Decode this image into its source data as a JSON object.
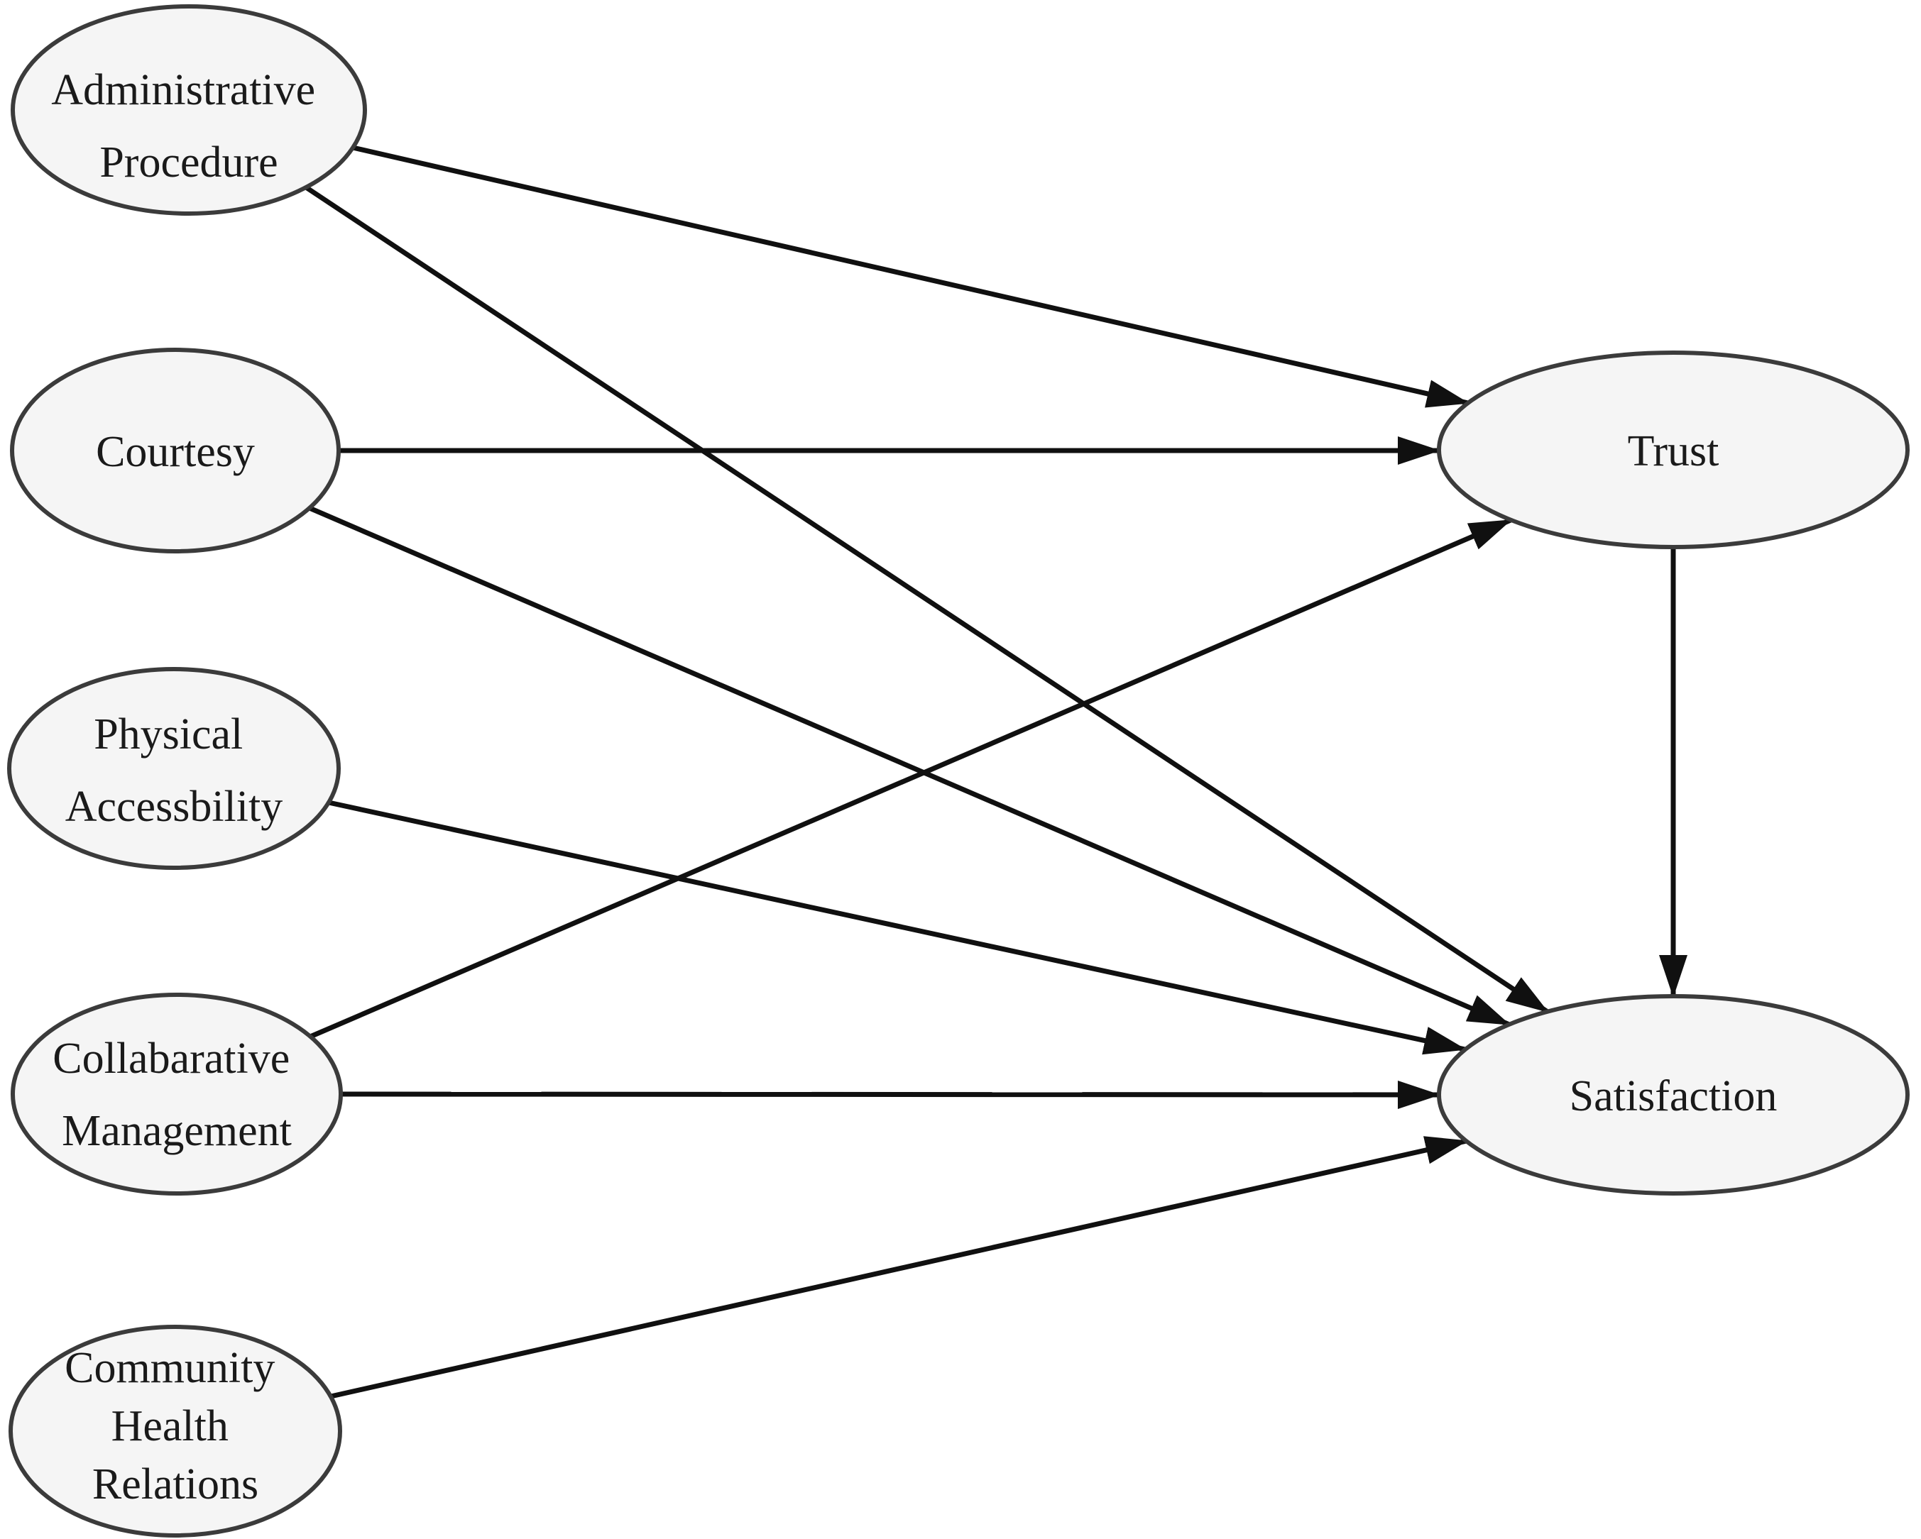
{
  "diagram": {
    "colors": {
      "background": "#ffffff",
      "node_fill": "#f5f5f5",
      "node_stroke": "#3b3b3b",
      "arrow": "#101010",
      "label": "#1a1a1a"
    },
    "nodes": [
      {
        "id": "administrative-procedure",
        "label": "Administrative Procedure",
        "lines": [
          "Administrative",
          "Procedure"
        ]
      },
      {
        "id": "courtesy",
        "label": "Courtesy",
        "lines": [
          "Courtesy"
        ]
      },
      {
        "id": "physical-accessbility",
        "label": "Physical Accessbility",
        "lines": [
          "Physical",
          "Accessbility"
        ]
      },
      {
        "id": "collabarative-management",
        "label": "Collabarative Management",
        "lines": [
          "Collabarative",
          "Management"
        ]
      },
      {
        "id": "community-health-relations",
        "label": "Community Health Relations",
        "lines": [
          "Community",
          "Health",
          "Relations"
        ]
      },
      {
        "id": "trust",
        "label": "Trust",
        "lines": [
          "Trust"
        ]
      },
      {
        "id": "satisfaction",
        "label": "Satisfaction",
        "lines": [
          "Satisfaction"
        ]
      }
    ],
    "edges": [
      {
        "from": "administrative-procedure",
        "to": "trust"
      },
      {
        "from": "administrative-procedure",
        "to": "satisfaction"
      },
      {
        "from": "courtesy",
        "to": "trust"
      },
      {
        "from": "courtesy",
        "to": "satisfaction"
      },
      {
        "from": "physical-accessbility",
        "to": "satisfaction"
      },
      {
        "from": "collabarative-management",
        "to": "trust"
      },
      {
        "from": "collabarative-management",
        "to": "satisfaction"
      },
      {
        "from": "community-health-relations",
        "to": "satisfaction"
      },
      {
        "from": "trust",
        "to": "satisfaction"
      }
    ]
  }
}
